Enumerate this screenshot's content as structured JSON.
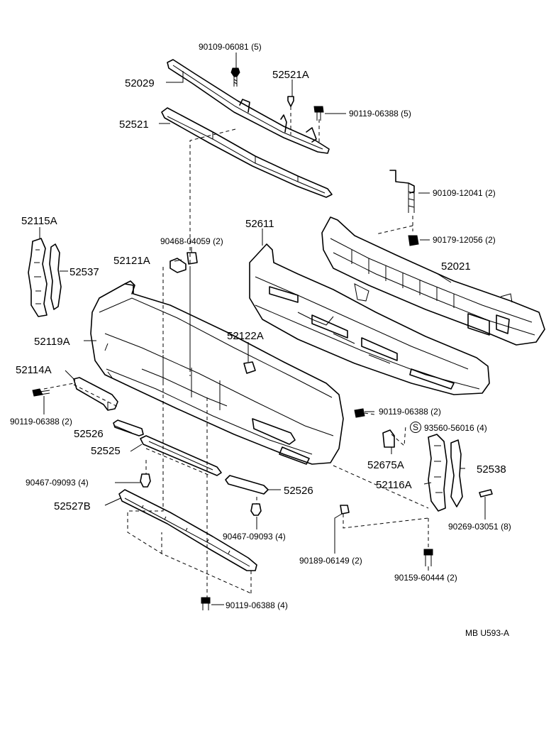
{
  "drawing_code": "MB U593-A",
  "labels": {
    "p90109_06081": "90109-06081 (5)",
    "p52029": "52029",
    "p52521A": "52521A",
    "p90119_06388_5": "90119-06388 (5)",
    "p52521": "52521",
    "p90109_12041": "90109-12041 (2)",
    "p52115A": "52115A",
    "p52611": "52611",
    "p90468_04059": "90468-04059 (2)",
    "p90179_12056": "90179-12056 (2)",
    "p52537": "52537",
    "p52121A": "52121A",
    "p52021": "52021",
    "p52119A": "52119A",
    "p52122A": "52122A",
    "p52114A": "52114A",
    "p90119_06388_2a": "90119-06388 (2)",
    "p90119_06388_2b": "90119-06388 (2)",
    "p93560_56016": "93560-56016 (4)",
    "s_mark": "S",
    "p52526a": "52526",
    "p52525": "52525",
    "p52538": "52538",
    "p52675A": "52675A",
    "p90467_09093_a": "90467-09093 (4)",
    "p52116A": "52116A",
    "p52526b": "52526",
    "p52527B": "52527B",
    "p90269_03051": "90269-03051 (8)",
    "p90467_09093_b": "90467-09093 (4)",
    "p90189_06149": "90189-06149 (2)",
    "p90159_60444": "90159-60444 (2)",
    "p90119_06388_4": "90119-06388 (4)"
  }
}
